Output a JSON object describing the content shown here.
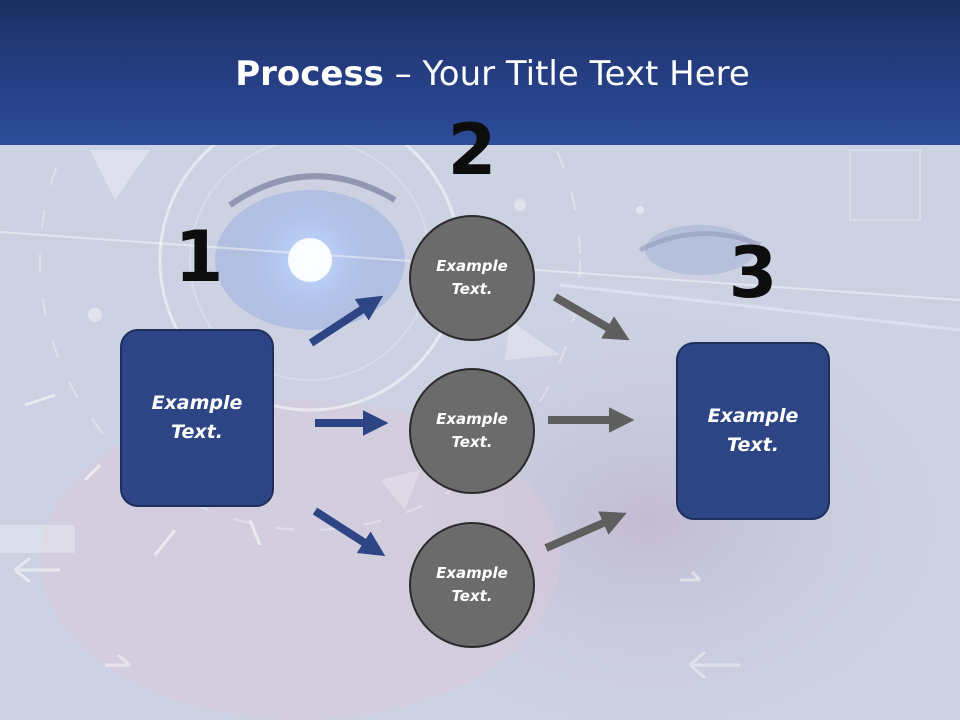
{
  "header": {
    "title_bold": "Process",
    "title_rest": " – Your Title Text Here"
  },
  "steps": [
    {
      "number": "1",
      "text_line1": "Example",
      "text_line2": "Text."
    },
    {
      "number": "2"
    },
    {
      "number": "3",
      "text_line1": "Example",
      "text_line2": "Text."
    }
  ],
  "nodes": [
    {
      "text_line1": "Example",
      "text_line2": "Text."
    },
    {
      "text_line1": "Example",
      "text_line2": "Text."
    },
    {
      "text_line1": "Example",
      "text_line2": "Text."
    }
  ],
  "colors": {
    "header": "#263f84",
    "box_fill": "#2d4585",
    "circle_fill": "#6b6b6b",
    "arrow_blue": "#2d4585",
    "arrow_gray": "#5f5f5f"
  }
}
